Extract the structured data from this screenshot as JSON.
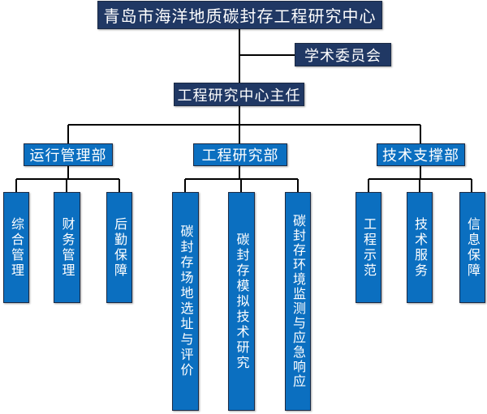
{
  "top": {
    "title": "青岛市海洋地质碳封存工程研究中心"
  },
  "committee": {
    "label": "学术委员会"
  },
  "director": {
    "label": "工程研究中心主任"
  },
  "departments": [
    {
      "label": "运行管理部",
      "units": [
        "综合管理",
        "财务管理",
        "后勤保障"
      ]
    },
    {
      "label": "工程研究部",
      "units": [
        "碳封存场地选址与评价",
        "碳封存模拟技术研究",
        "碳封存环境监测与应急响应"
      ]
    },
    {
      "label": "技术支撑部",
      "units": [
        "工程示范",
        "技术服务",
        "信息保障"
      ]
    }
  ],
  "colors": {
    "navy": "#203864",
    "blue": "#0b6fc0",
    "line": "#000000"
  }
}
